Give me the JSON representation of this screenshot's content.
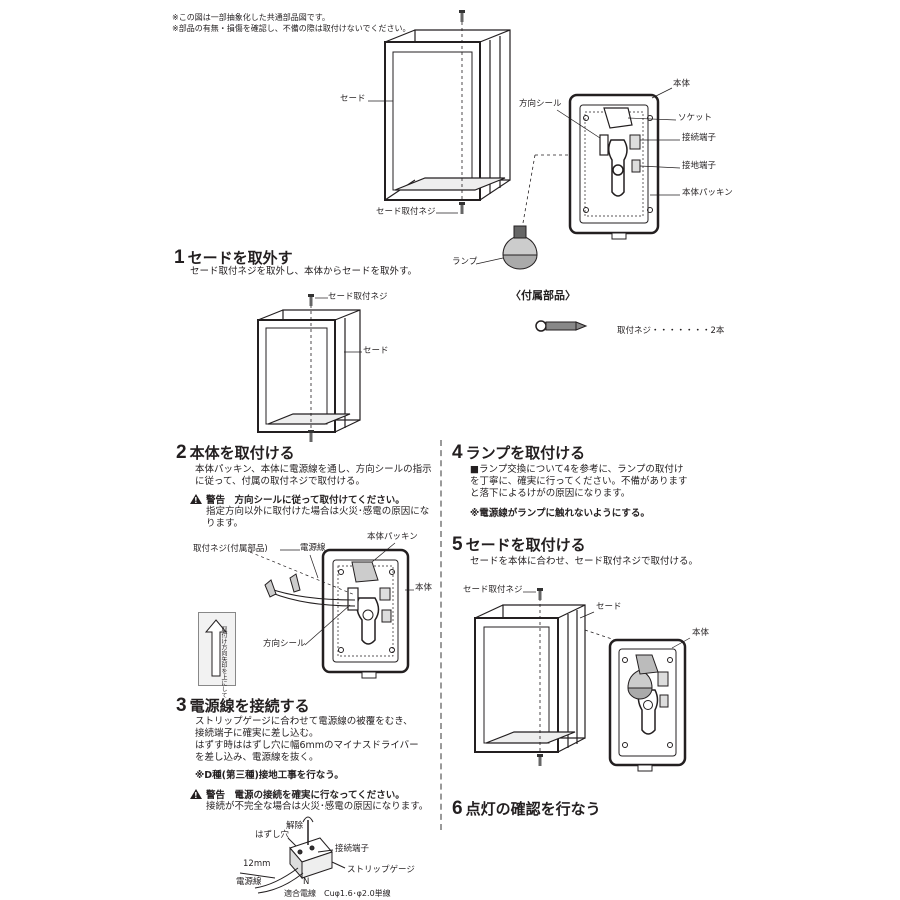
{
  "notes": {
    "line1": "※この図は一部抽象化した共通部品図です。",
    "line2": "※部品の有無・損傷を確認し、不備の際は取付けないでください。"
  },
  "top_diagram": {
    "shade": "セード",
    "shade_screw": "セード取付ネジ",
    "direction_seal": "方向シール",
    "body": "本体",
    "socket": "ソケット",
    "connection_terminal": "接続端子",
    "ground_terminal": "接地端子",
    "body_packing": "本体パッキン",
    "lamp": "ランプ"
  },
  "accessories": {
    "title": "〈付属部品〉",
    "item": "取付ネジ・・・・・・・2本"
  },
  "step1": {
    "num": "1",
    "title": "セードを取外す",
    "body": "セード取付ネジを取外し、本体からセードを取外す。",
    "label_screw": "セード取付ネジ",
    "label_shade": "セード"
  },
  "step2": {
    "num": "2",
    "title": "本体を取付ける",
    "body": "本体パッキン、本体に電源線を通し、方向シールの指示に従って、付属の取付ネジで取付ける。",
    "warning_title": "警告　方向シールに従って取付けてください。",
    "warning_body": "指定方向以外に取付けた場合は火災･感電の原因になります。",
    "label_screw": "取付ネジ(付属部品)",
    "label_power": "電源線",
    "label_packing": "本体パッキン",
    "label_body": "本体",
    "label_seal": "方向シール",
    "seal_text": "取付け方向矢印を上にして"
  },
  "step3": {
    "num": "3",
    "title": "電源線を接続する",
    "body1": "ストリップゲージに合わせて電源線の被覆をむき、",
    "body2": "接続端子に確実に差し込む。",
    "body3": "はずす時ははずし穴に幅6mmのマイナスドライバー",
    "body4": "を差し込み、電源線を抜く。",
    "ground_note": "※D種(第三種)接地工事を行なう。",
    "warning_title": "警告　電源の接続を確実に行なってください。",
    "warning_body": "接続が不完全な場合は火災･感電の原因になります。",
    "label_release": "解除",
    "label_hole": "はずし穴",
    "label_terminal": "接続端子",
    "label_gauge": "ストリップゲージ",
    "label_12mm": "12mm",
    "label_power": "電源線",
    "label_N": "N",
    "label_wire": "適合電線　Cuφ1.6･φ2.0単線"
  },
  "step4": {
    "num": "4",
    "title": "ランプを取付ける",
    "body1": "■ランプ交換について4を参考に、ランプの取付け",
    "body2": "を丁寧に、確実に行ってください。不備があります",
    "body3": "と落下によるけがの原因になります。",
    "note": "※電源線がランプに触れないようにする。"
  },
  "step5": {
    "num": "5",
    "title": "セードを取付ける",
    "body": "セードを本体に合わせ、セード取付ネジで取付ける。",
    "label_screw": "セード取付ネジ",
    "label_shade": "セード",
    "label_body": "本体"
  },
  "step6": {
    "num": "6",
    "title": "点灯の確認を行なう"
  }
}
